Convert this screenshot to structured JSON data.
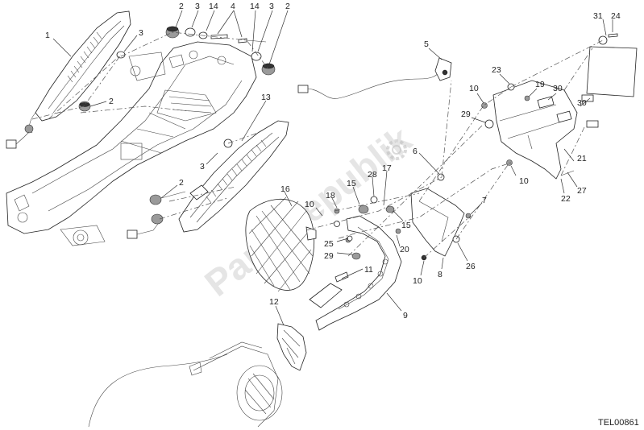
{
  "diagram": {
    "watermark": "PartsRepublik",
    "drawing_code": "TEL00861",
    "callouts": [
      {
        "id": "c1",
        "label": "1"
      },
      {
        "id": "c2a",
        "label": "2"
      },
      {
        "id": "c3a",
        "label": "3"
      },
      {
        "id": "c14a",
        "label": "14"
      },
      {
        "id": "c4",
        "label": "4"
      },
      {
        "id": "c14b",
        "label": "14"
      },
      {
        "id": "c3b",
        "label": "3"
      },
      {
        "id": "c2b",
        "label": "2"
      },
      {
        "id": "c3c",
        "label": "3"
      },
      {
        "id": "c2c",
        "label": "2"
      },
      {
        "id": "c13",
        "label": "13"
      },
      {
        "id": "c3d",
        "label": "3"
      },
      {
        "id": "c2d",
        "label": "2"
      },
      {
        "id": "c5",
        "label": "5"
      },
      {
        "id": "c31",
        "label": "31"
      },
      {
        "id": "c24",
        "label": "24"
      },
      {
        "id": "c23",
        "label": "23"
      },
      {
        "id": "c10a",
        "label": "10"
      },
      {
        "id": "c19",
        "label": "19"
      },
      {
        "id": "c30a",
        "label": "30"
      },
      {
        "id": "c29a",
        "label": "29"
      },
      {
        "id": "c30b",
        "label": "30"
      },
      {
        "id": "c6",
        "label": "6"
      },
      {
        "id": "c21",
        "label": "21"
      },
      {
        "id": "c10b",
        "label": "10"
      },
      {
        "id": "c22",
        "label": "22"
      },
      {
        "id": "c27",
        "label": "27"
      },
      {
        "id": "c16",
        "label": "16"
      },
      {
        "id": "c10c",
        "label": "10"
      },
      {
        "id": "c18",
        "label": "18"
      },
      {
        "id": "c15a",
        "label": "15"
      },
      {
        "id": "c28",
        "label": "28"
      },
      {
        "id": "c17",
        "label": "17"
      },
      {
        "id": "c7",
        "label": "7"
      },
      {
        "id": "c15b",
        "label": "15"
      },
      {
        "id": "c25",
        "label": "25"
      },
      {
        "id": "c20",
        "label": "20"
      },
      {
        "id": "c29b",
        "label": "29"
      },
      {
        "id": "c26",
        "label": "26"
      },
      {
        "id": "c11",
        "label": "11"
      },
      {
        "id": "c8",
        "label": "8"
      },
      {
        "id": "c10d",
        "label": "10"
      },
      {
        "id": "c12",
        "label": "12"
      },
      {
        "id": "c9",
        "label": "9"
      }
    ]
  }
}
